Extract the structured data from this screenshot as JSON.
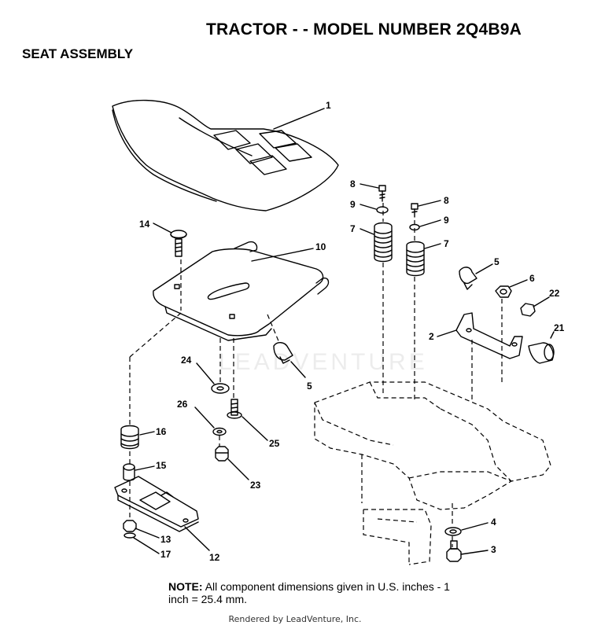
{
  "header": {
    "title": "TRACTOR - - MODEL NUMBER 2Q4B9A",
    "subtitle": "SEAT ASSEMBLY"
  },
  "watermark": "LEADVENTURE",
  "note": {
    "label": "NOTE:",
    "text": "All component dimensions given in U.S. inches - 1 inch = 25.4 mm."
  },
  "footer": "Rendered by LeadVenture, Inc.",
  "callouts": {
    "c1": "1",
    "c2": "2",
    "c3": "3",
    "c4": "4",
    "c5a": "5",
    "c5b": "5",
    "c6": "6",
    "c7a": "7",
    "c7b": "7",
    "c8a": "8",
    "c8b": "8",
    "c9a": "9",
    "c9b": "9",
    "c10": "10",
    "c12": "12",
    "c13": "13",
    "c14": "14",
    "c15": "15",
    "c16": "16",
    "c17": "17",
    "c21": "21",
    "c22": "22",
    "c23": "23",
    "c24": "24",
    "c25": "25",
    "c26": "26"
  }
}
